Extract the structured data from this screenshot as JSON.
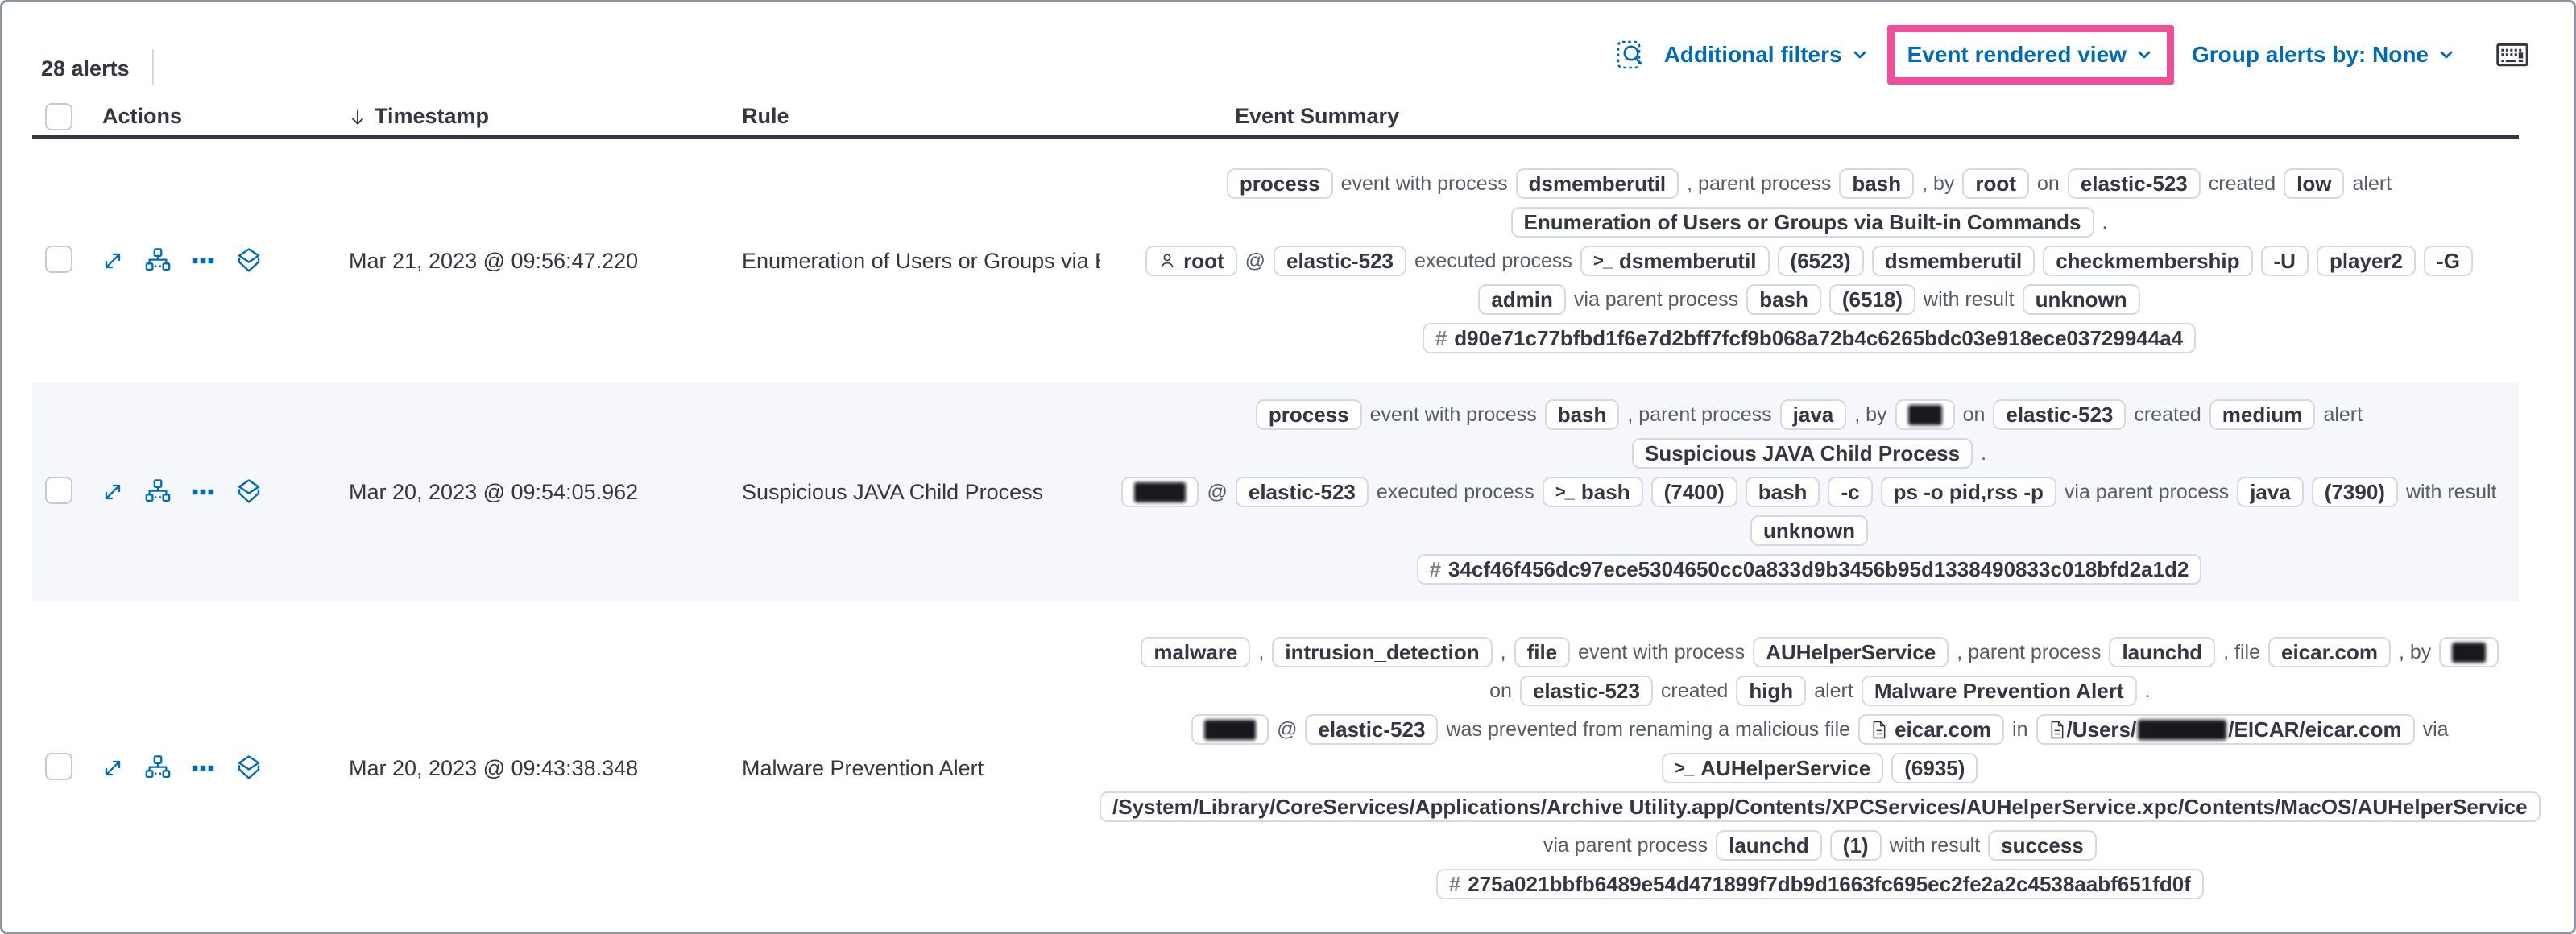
{
  "header": {
    "alert_count": "28 alerts"
  },
  "toolbar": {
    "inspect_icon": "inspect-icon",
    "additional_filters_label": "Additional filters",
    "view_selector_label": "Event rendered view",
    "group_by_label": "Group alerts by: None",
    "grid_settings_icon": "keyboard-icon"
  },
  "colors": {
    "accent_blue": "#006BB4",
    "highlight_pink": "#F04E98",
    "text_dark": "#343741",
    "badge_border": "#D3DAE6",
    "row_stripe": "#F5F7FA"
  },
  "table": {
    "headers": {
      "actions": "Actions",
      "timestamp": "Timestamp",
      "rule": "Rule",
      "summary": "Event Summary"
    },
    "sort_icon": "sort-down-arrow-icon",
    "row_action_icons": [
      "expand-alert-icon",
      "analyze-event-icon",
      "more-actions-icon",
      "investigate-in-timeline-icon"
    ],
    "rows": [
      {
        "timestamp": "Mar 21, 2023 @ 09:56:47.220",
        "rule": "Enumeration of Users or Groups via Bui",
        "striped": false,
        "hclass": "row-1",
        "lines": [
          [
            {
              "k": "b",
              "v": "process"
            },
            {
              "k": "t",
              "v": "event with process"
            },
            {
              "k": "b",
              "v": "dsmemberutil"
            },
            {
              "k": "t",
              "v": ", parent process"
            },
            {
              "k": "b",
              "v": "bash"
            },
            {
              "k": "t",
              "v": ", by"
            },
            {
              "k": "b",
              "v": "root"
            },
            {
              "k": "t",
              "v": "on"
            },
            {
              "k": "b",
              "v": "elastic-523"
            },
            {
              "k": "t",
              "v": "created"
            },
            {
              "k": "b",
              "v": "low"
            },
            {
              "k": "t",
              "v": "alert"
            }
          ],
          [
            {
              "k": "b",
              "v": "Enumeration of Users or Groups via Built-in Commands"
            },
            {
              "k": "t",
              "v": "."
            }
          ],
          [
            {
              "k": "b",
              "v": "root",
              "icon": "user"
            },
            {
              "k": "t",
              "v": "@"
            },
            {
              "k": "b",
              "v": "elastic-523"
            },
            {
              "k": "t",
              "v": "executed process"
            },
            {
              "k": "b",
              "v": "dsmemberutil",
              "icon": "term"
            },
            {
              "k": "b",
              "v": "(6523)"
            },
            {
              "k": "b",
              "v": "dsmemberutil"
            },
            {
              "k": "b",
              "v": "checkmembership"
            },
            {
              "k": "b",
              "v": "-U"
            },
            {
              "k": "b",
              "v": "player2"
            },
            {
              "k": "b",
              "v": "-G"
            }
          ],
          [
            {
              "k": "b",
              "v": "admin"
            },
            {
              "k": "t",
              "v": "via parent process"
            },
            {
              "k": "b",
              "v": "bash"
            },
            {
              "k": "b",
              "v": "(6518)"
            },
            {
              "k": "t",
              "v": "with result"
            },
            {
              "k": "b",
              "v": "unknown"
            }
          ],
          [
            {
              "k": "b",
              "v": "d90e71c77bfbd1f6e7d2bff7fcf9b068a72b4c6265bdc03e918ece03729944a4",
              "icon": "hash"
            }
          ]
        ]
      },
      {
        "timestamp": "Mar 20, 2023 @ 09:54:05.962",
        "rule": "Suspicious JAVA Child Process",
        "striped": true,
        "hclass": "row-2",
        "lines": [
          [
            {
              "k": "b",
              "v": "process"
            },
            {
              "k": "t",
              "v": "event with process"
            },
            {
              "k": "b",
              "v": "bash"
            },
            {
              "k": "t",
              "v": ", parent process"
            },
            {
              "k": "b",
              "v": "java"
            },
            {
              "k": "t",
              "v": ", by"
            },
            {
              "k": "b",
              "red": 1,
              "w": 42
            },
            {
              "k": "t",
              "v": "on"
            },
            {
              "k": "b",
              "v": "elastic-523"
            },
            {
              "k": "t",
              "v": "created"
            },
            {
              "k": "b",
              "v": "medium"
            },
            {
              "k": "t",
              "v": "alert"
            }
          ],
          [
            {
              "k": "b",
              "v": "Suspicious JAVA Child Process"
            },
            {
              "k": "t",
              "v": "."
            }
          ],
          [
            {
              "k": "b",
              "red": 1,
              "w": 64
            },
            {
              "k": "t",
              "v": "@"
            },
            {
              "k": "b",
              "v": "elastic-523"
            },
            {
              "k": "t",
              "v": "executed process"
            },
            {
              "k": "b",
              "v": "bash",
              "icon": "term"
            },
            {
              "k": "b",
              "v": "(7400)"
            },
            {
              "k": "b",
              "v": "bash"
            },
            {
              "k": "b",
              "v": "-c"
            },
            {
              "k": "b",
              "v": "ps -o pid,rss -p"
            },
            {
              "k": "t",
              "v": "via parent process"
            },
            {
              "k": "b",
              "v": "java"
            },
            {
              "k": "b",
              "v": "(7390)"
            },
            {
              "k": "t",
              "v": "with result"
            }
          ],
          [
            {
              "k": "b",
              "v": "unknown"
            }
          ],
          [
            {
              "k": "b",
              "v": "34cf46f456dc97ece5304650cc0a833d9b3456b95d1338490833c018bfd2a1d2",
              "icon": "hash"
            }
          ]
        ]
      },
      {
        "timestamp": "Mar 20, 2023 @ 09:43:38.348",
        "rule": "Malware Prevention Alert",
        "striped": false,
        "hclass": "row-3",
        "lines": [
          [
            {
              "k": "b",
              "v": "malware"
            },
            {
              "k": "t",
              "v": ","
            },
            {
              "k": "b",
              "v": "intrusion_detection"
            },
            {
              "k": "t",
              "v": ","
            },
            {
              "k": "b",
              "v": "file"
            },
            {
              "k": "t",
              "v": "event with process"
            },
            {
              "k": "b",
              "v": "AUHelperService"
            },
            {
              "k": "t",
              "v": ", parent process"
            },
            {
              "k": "b",
              "v": "launchd"
            },
            {
              "k": "t",
              "v": ", file"
            },
            {
              "k": "b",
              "v": "eicar.com"
            },
            {
              "k": "t",
              "v": ", by"
            },
            {
              "k": "b",
              "red": 1,
              "w": 42
            }
          ],
          [
            {
              "k": "t",
              "v": "on"
            },
            {
              "k": "b",
              "v": "elastic-523"
            },
            {
              "k": "t",
              "v": "created"
            },
            {
              "k": "b",
              "v": "high"
            },
            {
              "k": "t",
              "v": "alert"
            },
            {
              "k": "b",
              "v": "Malware Prevention Alert"
            },
            {
              "k": "t",
              "v": "."
            }
          ],
          [
            {
              "k": "b",
              "red": 1,
              "w": 64
            },
            {
              "k": "t",
              "v": "@"
            },
            {
              "k": "b",
              "v": "elastic-523"
            },
            {
              "k": "t",
              "v": "was prevented from renaming a malicious file"
            },
            {
              "k": "b",
              "v": "eicar.com",
              "icon": "file"
            },
            {
              "k": "t",
              "v": "in"
            },
            {
              "k": "b",
              "icon": "file",
              "parts": [
                "/Users/",
                "/EICAR/eicar.com"
              ],
              "rw": 110
            },
            {
              "k": "t",
              "v": "via"
            }
          ],
          [
            {
              "k": "b",
              "v": "AUHelperService",
              "icon": "term"
            },
            {
              "k": "b",
              "v": "(6935)"
            }
          ],
          [
            {
              "k": "b",
              "v": "/System/Library/CoreServices/Applications/Archive Utility.app/Contents/XPCServices/AUHelperService.xpc/Contents/MacOS/AUHelperService"
            }
          ],
          [
            {
              "k": "t",
              "v": "via parent process"
            },
            {
              "k": "b",
              "v": "launchd"
            },
            {
              "k": "b",
              "v": "(1)"
            },
            {
              "k": "t",
              "v": "with result"
            },
            {
              "k": "b",
              "v": "success"
            }
          ],
          [
            {
              "k": "b",
              "v": "275a021bbfb6489e54d471899f7db9d1663fc695ec2fe2a2c4538aabf651fd0f",
              "icon": "hash"
            }
          ]
        ]
      }
    ]
  }
}
